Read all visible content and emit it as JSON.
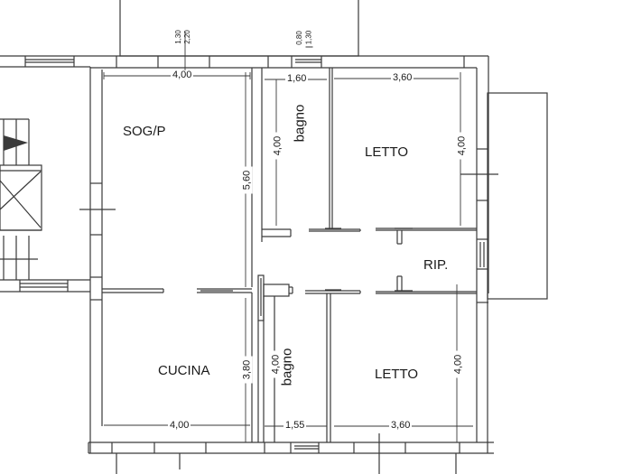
{
  "plan": {
    "line_color": "#3a3a3a",
    "rooms": {
      "living": "SOG/P",
      "kitchen": "CUCINA",
      "bedroom_top": "LETTO",
      "bedroom_bottom": "LETTO",
      "bath_top": "bagno",
      "bath_bottom": "bagno",
      "hall": "RIP."
    },
    "dimensions": {
      "living_width": "4,00",
      "living_height": "5,60",
      "bath_top_width": "1,60",
      "bath_top_height": "4,00",
      "bed_top_width": "3,60",
      "bed_top_height": "4,00",
      "kitchen_width": "4,00",
      "kitchen_height": "3,80",
      "bath_bottom_width": "1,55",
      "bath_bottom_height": "4,00",
      "bed_bottom_width": "3,60",
      "bed_bottom_height": "4,00"
    },
    "window_notes": {
      "w1_top": "1,30",
      "w1_bottom": "2,20",
      "w2_top": "0,80",
      "w2_bottom": "1,30"
    }
  }
}
